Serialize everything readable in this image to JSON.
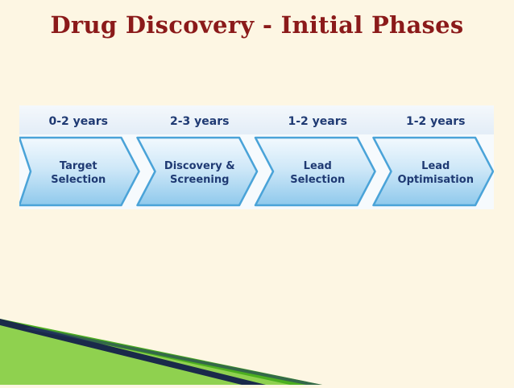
{
  "slide": {
    "title": "Drug Discovery - Initial Phases"
  },
  "phases": [
    {
      "duration": "0-2 years",
      "label_line1": "Target",
      "label_line2": "Selection"
    },
    {
      "duration": "2-3 years",
      "label_line1": "Discovery &",
      "label_line2": "Screening"
    },
    {
      "duration": "1-2 years",
      "label_line1": "Lead",
      "label_line2": "Selection"
    },
    {
      "duration": "1-2 years",
      "label_line1": "Lead",
      "label_line2": "Optimisation"
    }
  ],
  "colors": {
    "title": "#8b1a1a",
    "phase_text": "#1f3a73",
    "header_band": "#e7f0f8",
    "arrow_fill": "#b9def4",
    "arrow_stroke": "#4aa3d8",
    "corner_green": "#4caf1f",
    "corner_dark": "#1a2a4a"
  }
}
